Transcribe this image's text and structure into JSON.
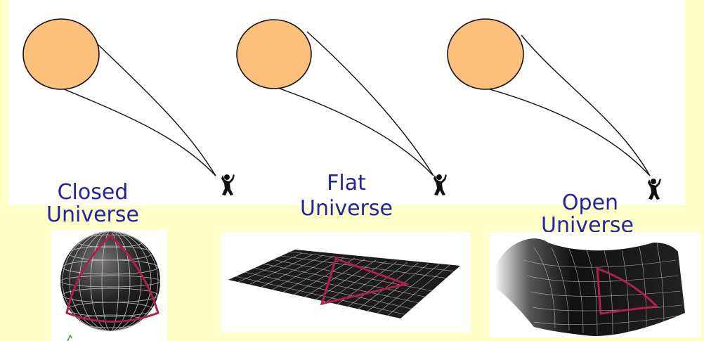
{
  "colors": {
    "background": "#ffffc8",
    "panel": "#ffffff",
    "sun": "#fcc07a",
    "label": "#2222aa",
    "triangle": "#b0204a",
    "grid": "#e8e8e8",
    "surface": "#1c1c1c"
  },
  "panels": [
    {
      "id": "closed",
      "label_line1": "Closed",
      "label_line2": "Universe",
      "surface_icon": "sphere-grid-icon"
    },
    {
      "id": "flat",
      "label_line1": "Flat",
      "label_line2": "Universe",
      "surface_icon": "plane-grid-icon"
    },
    {
      "id": "open",
      "label_line1": "Open",
      "label_line2": "Universe",
      "surface_icon": "saddle-grid-icon"
    }
  ],
  "observer_icon": "person-waving-icon"
}
